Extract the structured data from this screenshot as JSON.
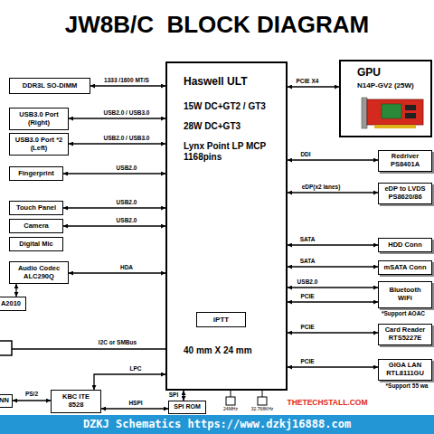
{
  "diagram": {
    "title": "JW8B/C  BLOCK DIAGRAM",
    "nodes": [
      {
        "text": [
          "Haswell ULT",
          "15W DC+GT2 / GT3",
          "28W DC+GT3",
          "Lynx Point LP MCP 1168pins",
          "40 mm X 24 mm"
        ]
      },
      {
        "text": [
          "iPTT"
        ],
        "in": 0
      },
      {
        "text": [
          "DDR3L SO-DIMM"
        ]
      },
      {
        "text": [
          "USB3.0 Port (Right)"
        ]
      },
      {
        "text": [
          "USB3.0 Port *2 (Left)"
        ]
      },
      {
        "text": [
          "Fingerprint"
        ]
      },
      {
        "text": [
          "Touch Panel"
        ]
      },
      {
        "text": [
          "Camera"
        ]
      },
      {
        "text": [
          "Digital Mic"
        ]
      },
      {
        "text": [
          "Audio Codec ALC290Q"
        ]
      },
      {
        "text": [
          "A2010"
        ]
      },
      {
        "text": [
          "NN"
        ]
      },
      {
        "text": [
          "KBC ITE 8528"
        ]
      },
      {
        "text": [
          "SPI ROM"
        ]
      },
      {
        "text": [
          "GPU",
          "N14P-GV2 (25W)"
        ]
      },
      {
        "text": [
          "Redriver PS8401A"
        ]
      },
      {
        "text": [
          "eDP to LVDS PS8620/86"
        ]
      },
      {
        "text": [
          "HDD Conn"
        ]
      },
      {
        "text": [
          "mSATA Conn"
        ]
      },
      {
        "text": [
          "Bluetooth WiFi"
        ]
      },
      {
        "text": [
          "Card Reader RTS5227E"
        ]
      },
      {
        "text": [
          "GIGA LAN RTL8111GU"
        ]
      }
    ],
    "edges": [
      {
        "from": 0,
        "to": 2,
        "label": "1333 /1600 MT/S",
        "arrow": "both"
      },
      {
        "from": 0,
        "to": 3,
        "label": "USB2.0 / USB3.0",
        "arrow": "both"
      },
      {
        "from": 0,
        "to": 4,
        "label": "USB2.0 / USB3.0",
        "arrow": "both"
      },
      {
        "from": 0,
        "to": 5,
        "label": "USB2.0",
        "arrow": "both"
      },
      {
        "from": 0,
        "to": 6,
        "label": "USB2.0",
        "arrow": "both"
      },
      {
        "from": 0,
        "to": 7,
        "label": "USB2.0",
        "arrow": "both"
      },
      {
        "from": 0,
        "to": 9,
        "label": "HDA",
        "arrow": "both"
      },
      {
        "from": 9,
        "to": 10,
        "arrow": "both"
      },
      {
        "from": 11,
        "to": 12,
        "label": "PS/2",
        "arrow": "both"
      },
      {
        "from": 12,
        "to": 0,
        "label": "LPC",
        "arrow": "both"
      },
      {
        "from": 12,
        "to": 13,
        "label": "HSPI",
        "arrow": "both"
      },
      {
        "from": 0,
        "to": 13,
        "label": "SPI",
        "arrow": "both"
      },
      {
        "from": 0,
        "to": 14,
        "label": "PCIE X4",
        "arrow": "both"
      },
      {
        "from": 0,
        "to": 15,
        "label": "DDI",
        "arrow": "both"
      },
      {
        "from": 0,
        "to": 16,
        "label": "eDP(x2 lanes)",
        "arrow": "both"
      },
      {
        "from": 0,
        "to": 17,
        "label": "SATA",
        "arrow": "both"
      },
      {
        "from": 0,
        "to": 18,
        "label": "SATA",
        "arrow": "both"
      },
      {
        "from": 0,
        "to": 19,
        "label": "USB2.0",
        "arrow": "both"
      },
      {
        "from": 0,
        "to": 19,
        "label": "PCIE",
        "arrow": "both"
      },
      {
        "from": 0,
        "to": 20,
        "label": "PCIE",
        "arrow": "both"
      },
      {
        "from": 0,
        "to": 21,
        "label": "PCIE",
        "arrow": "both"
      }
    ],
    "labels": [
      "I2C or SMBus",
      "*Support AOAC",
      "*Support 55 wa",
      "24MHz",
      "32.768KHz",
      "THETECHSTALL.COM",
      "DZKJ Schematics https://www.dzkj16888.com"
    ]
  }
}
